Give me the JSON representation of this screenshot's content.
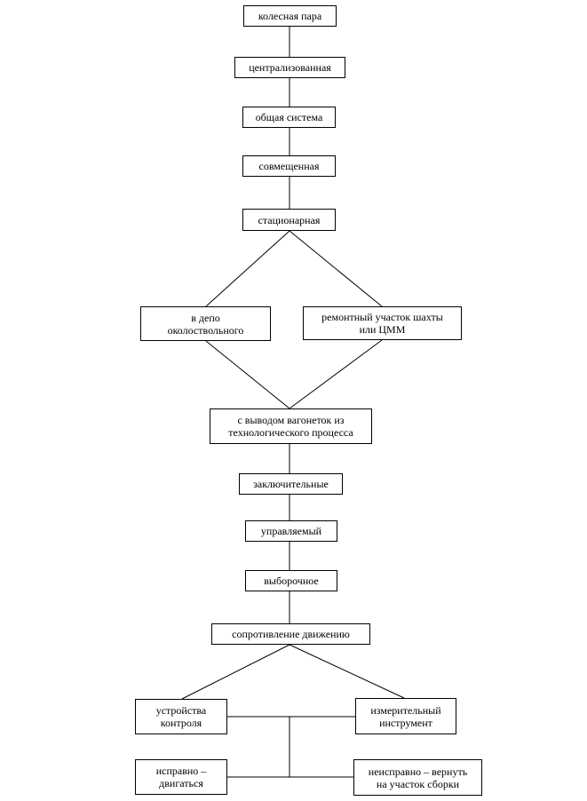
{
  "nodes": {
    "wheelset": "колесная пара",
    "centralized": "централизованная",
    "general_system": "общая система",
    "combined": "совмещенная",
    "stationary": "стационарная",
    "depot": "в депо\nоколоствольного",
    "repair_section": "ремонтный участок шахты\nили ЦММ",
    "with_removal": "с выводом вагонеток из\nтехнологического процесса",
    "final": "заключительные",
    "controlled": "управляемый",
    "selective": "выборочное",
    "resistance": "сопротивление движению",
    "control_devices": "устройства\nконтроля",
    "measuring_tool": "измерительный\nинструмент",
    "ok_move": "исправно –\nдвигаться",
    "faulty_return": "неисправно – вернуть\nна участок сборки"
  },
  "colors": {
    "line": "#000000",
    "box_border": "#000000",
    "background": "#ffffff"
  }
}
